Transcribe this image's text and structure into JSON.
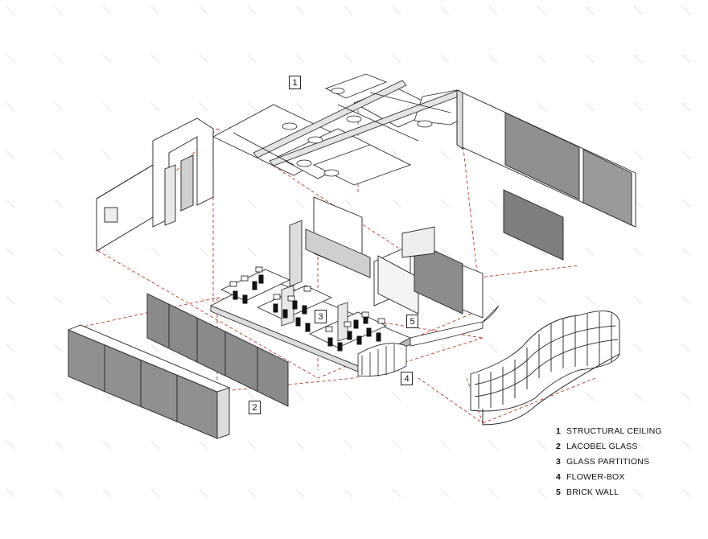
{
  "callouts": [
    {
      "number": "1"
    },
    {
      "number": "2"
    },
    {
      "number": "3"
    },
    {
      "number": "4"
    },
    {
      "number": "5"
    }
  ],
  "legend": [
    {
      "number": "1",
      "label": "STRUCTURAL CEILING"
    },
    {
      "number": "2",
      "label": "LACOBEL GLASS"
    },
    {
      "number": "3",
      "label": "GLASS PARTITIONS"
    },
    {
      "number": "4",
      "label": "FLOWER-BOX"
    },
    {
      "number": "5",
      "label": "BRICK WALL"
    }
  ],
  "colors": {
    "projection_line": "#c0392b",
    "wall_face": "#8a8a8a",
    "wall_light": "#d6d6d6",
    "outline": "#222222"
  }
}
